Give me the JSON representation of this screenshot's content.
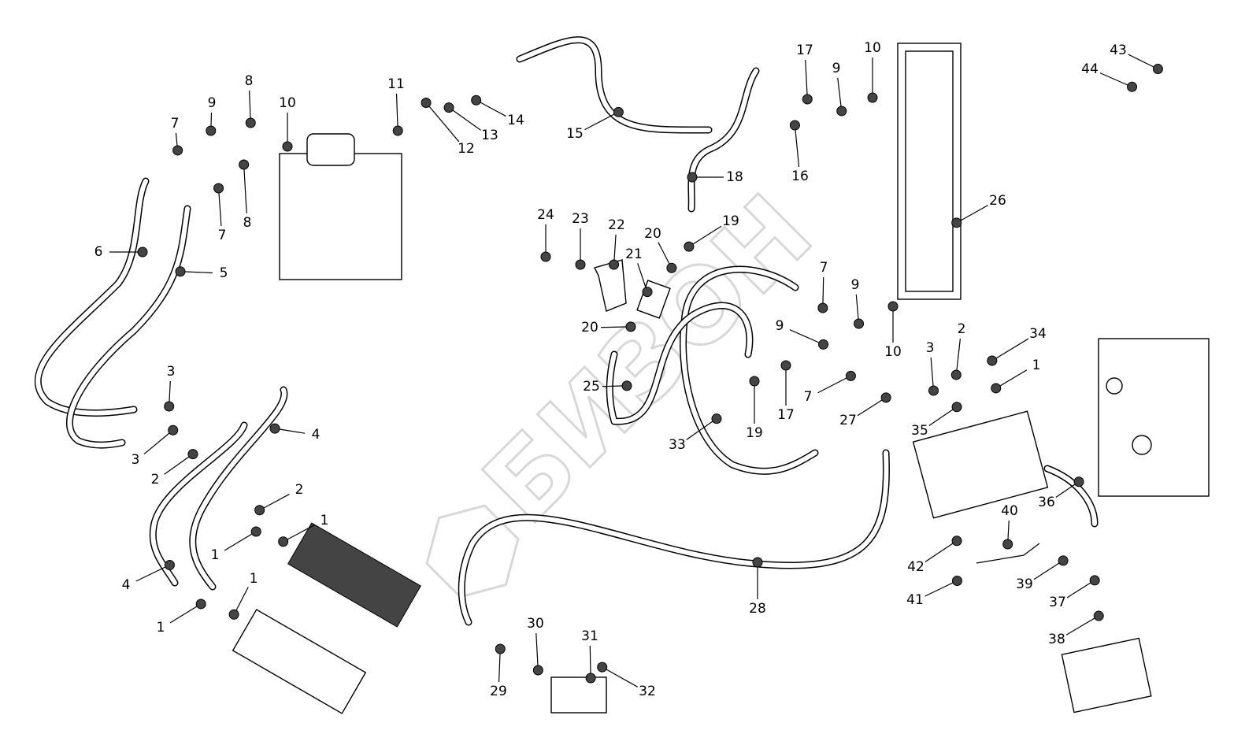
{
  "diagram": {
    "watermark": "БИЗОН",
    "callouts": [
      "7",
      "9",
      "8",
      "10",
      "11",
      "14",
      "13",
      "12",
      "15",
      "17",
      "9",
      "10",
      "16",
      "18",
      "26",
      "43",
      "44",
      "8",
      "7",
      "6",
      "5",
      "24",
      "23",
      "22",
      "20",
      "19",
      "21",
      "7",
      "9",
      "20",
      "9",
      "10",
      "2",
      "34",
      "3",
      "1",
      "25",
      "19",
      "17",
      "7",
      "27",
      "35",
      "33",
      "3",
      "3",
      "2",
      "4",
      "2",
      "1",
      "1",
      "4",
      "1",
      "1",
      "36",
      "40",
      "42",
      "41",
      "39",
      "37",
      "38",
      "28",
      "30",
      "31",
      "29",
      "32"
    ]
  }
}
